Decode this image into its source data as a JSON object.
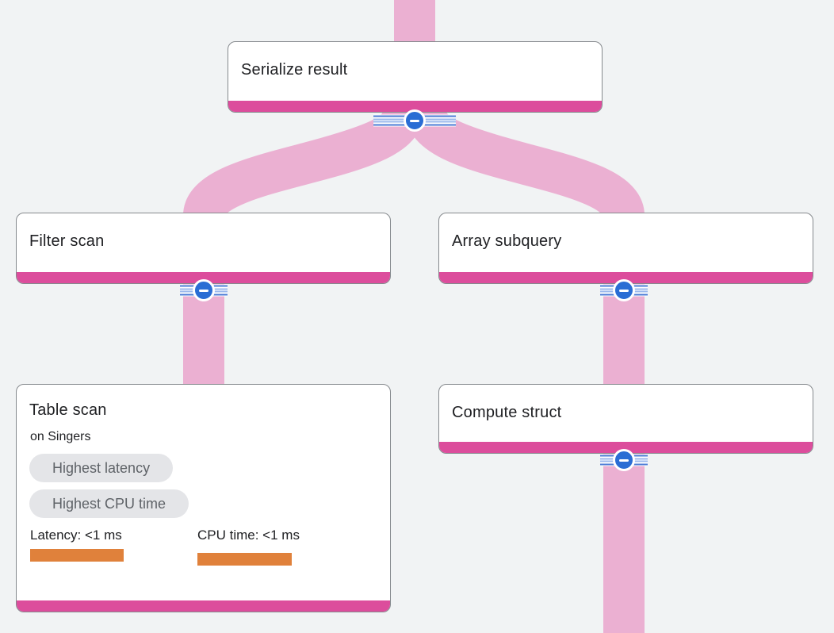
{
  "diagram": {
    "type": "query-execution-plan-flow",
    "nodes": [
      {
        "id": "serialize-result",
        "title": "Serialize result",
        "collapsible": true
      },
      {
        "id": "filter-scan",
        "title": "Filter scan",
        "collapsible": true
      },
      {
        "id": "array-subquery",
        "title": "Array subquery",
        "collapsible": true
      },
      {
        "id": "table-scan",
        "title": "Table scan",
        "subtitle": "on Singers",
        "badges": [
          "Highest latency",
          "Highest CPU time"
        ],
        "stats": [
          {
            "label": "Latency: <1 ms"
          },
          {
            "label": "CPU time: <1 ms"
          }
        ],
        "collapsible": false
      },
      {
        "id": "compute-struct",
        "title": "Compute struct",
        "collapsible": true
      }
    ],
    "edges": [
      {
        "from": "offscreen-top",
        "to": "serialize-result"
      },
      {
        "from": "serialize-result",
        "to": "filter-scan"
      },
      {
        "from": "serialize-result",
        "to": "array-subquery"
      },
      {
        "from": "filter-scan",
        "to": "table-scan"
      },
      {
        "from": "array-subquery",
        "to": "compute-struct"
      },
      {
        "from": "compute-struct",
        "to": "offscreen-bottom"
      }
    ],
    "collapse_button_symbol": "minus"
  },
  "colors": {
    "background": "#f1f3f4",
    "edge_pink": "#ebb0d2",
    "node_accent_magenta": "#dc4d9c",
    "node_border": "#85898d",
    "title_text": "#202124",
    "badge_bg": "#e4e5e8",
    "badge_text": "#5f6368",
    "stat_bar_orange": "#e0813b",
    "collapse_blue": "#2a6dd4"
  }
}
